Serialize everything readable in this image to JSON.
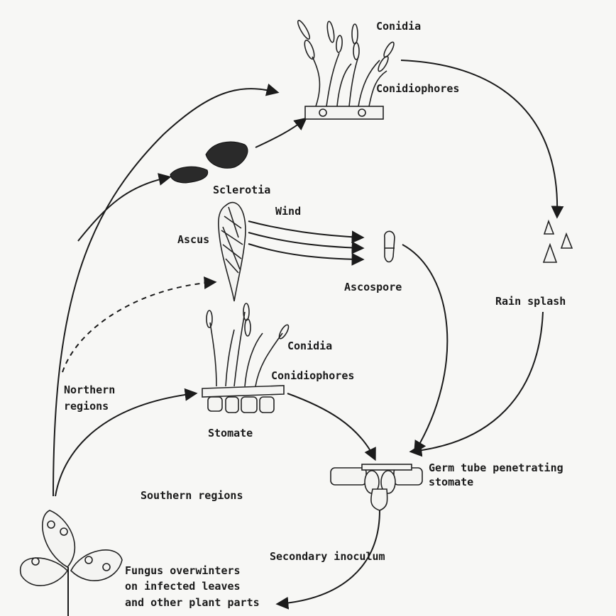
{
  "labels": {
    "conidia_top": "Conidia",
    "conidiophores_top": "Conidiophores",
    "sclerotia": "Sclerotia",
    "wind": "Wind",
    "ascus": "Ascus",
    "ascospore": "Ascospore",
    "rain_splash": "Rain splash",
    "conidia_mid": "Conidia",
    "conidiophores_mid": "Conidiophores",
    "northern_1": "Northern",
    "northern_2": "regions",
    "stomate": "Stomate",
    "germ_1": "Germ tube penetrating",
    "germ_2": "stomate",
    "southern": "Southern regions",
    "secondary": "Secondary inoculum",
    "fungus_1": "Fungus overwinters",
    "fungus_2": "on infected leaves",
    "fungus_3": "and other plant parts"
  }
}
